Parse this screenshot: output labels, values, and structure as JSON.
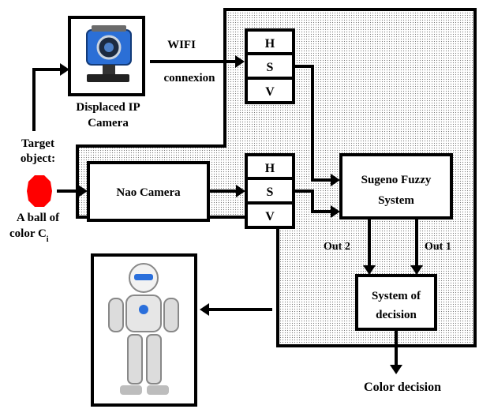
{
  "camera": {
    "name_line1": "Displaced IP",
    "name_line2": "Camera",
    "link_line1": "WIFI",
    "link_line2": "connexion"
  },
  "target": {
    "title_line1": "Target",
    "title_line2": "object:",
    "desc_line1": "A ball of",
    "desc_line2_prefix": "color C",
    "desc_line2_sub": "i",
    "ball_color": "#ff0000"
  },
  "hsv_labels": [
    "H",
    "S",
    "V"
  ],
  "nao_camera": "Nao Camera",
  "fuzzy": {
    "line1": "Sugeno Fuzzy",
    "line2": "System"
  },
  "outputs": {
    "out2": "Out 2",
    "out1": "Out 1"
  },
  "decision": {
    "line1": "System of",
    "line2": "decision"
  },
  "result": "Color decision",
  "colors": {
    "region_fill": "#eeeeee",
    "stroke": "#000000",
    "camera_body": "#2b6fd6"
  }
}
